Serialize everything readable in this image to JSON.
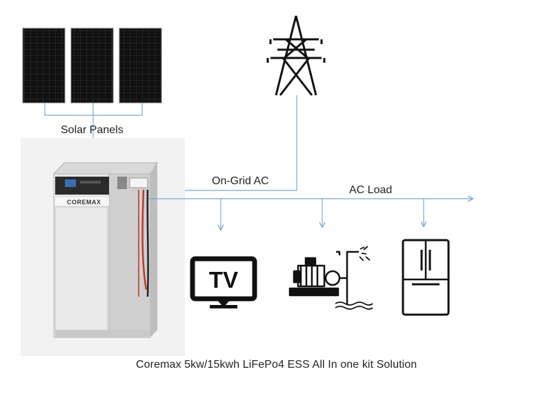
{
  "labels": {
    "solar_panels": "Solar Panels",
    "on_grid": "On-Grid AC",
    "ac_load": "AC Load",
    "caption": "Coremax  5kw/15kwh LiFePo4 ESS All In one kit Solution"
  },
  "unit": {
    "brand": "COREMAX"
  },
  "icons": {
    "panels": "solar-panel-icon",
    "tower": "power-tower-icon",
    "tv": "tv-icon",
    "pump": "water-pump-icon",
    "fridge": "refrigerator-icon",
    "tv_text": "TV"
  },
  "colors": {
    "connector": "#7ea6cc",
    "panel": "#1a1a1a",
    "icon": "#1a1a1a"
  }
}
